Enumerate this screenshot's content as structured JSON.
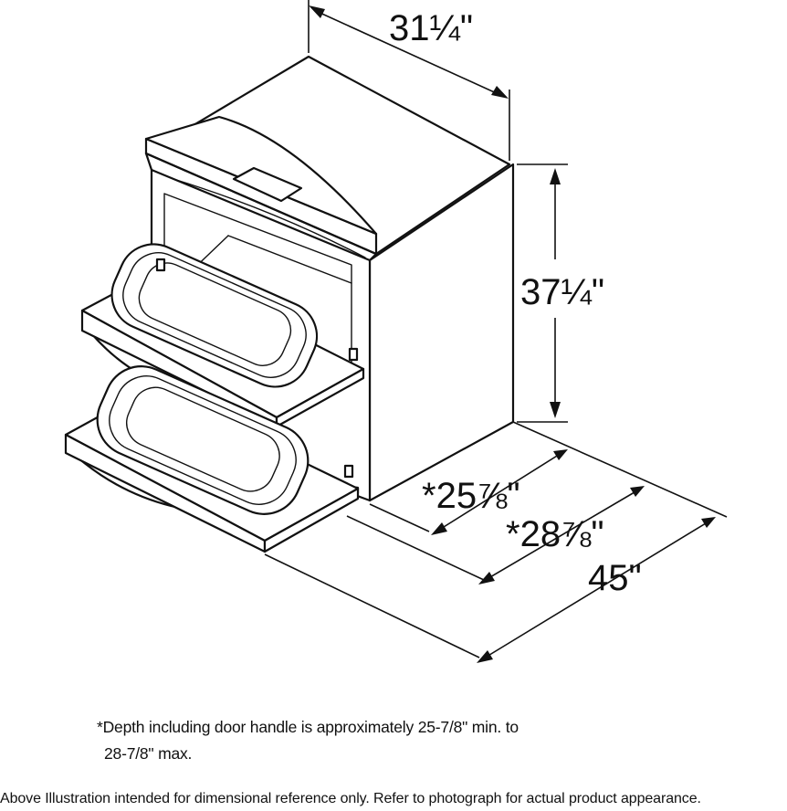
{
  "dimensions": {
    "width": "31¼\"",
    "height": "37¼\"",
    "depth_min": "*25⅞\"",
    "depth_max": "*28⅞\"",
    "depth_open": "45\""
  },
  "footnote": {
    "line1": "*Depth including door handle is approximately 25-7/8\" min. to",
    "line2": "28-7/8\" max."
  },
  "disclaimer": "Above Illustration intended for dimensional reference only. Refer to photograph for actual product appearance."
}
